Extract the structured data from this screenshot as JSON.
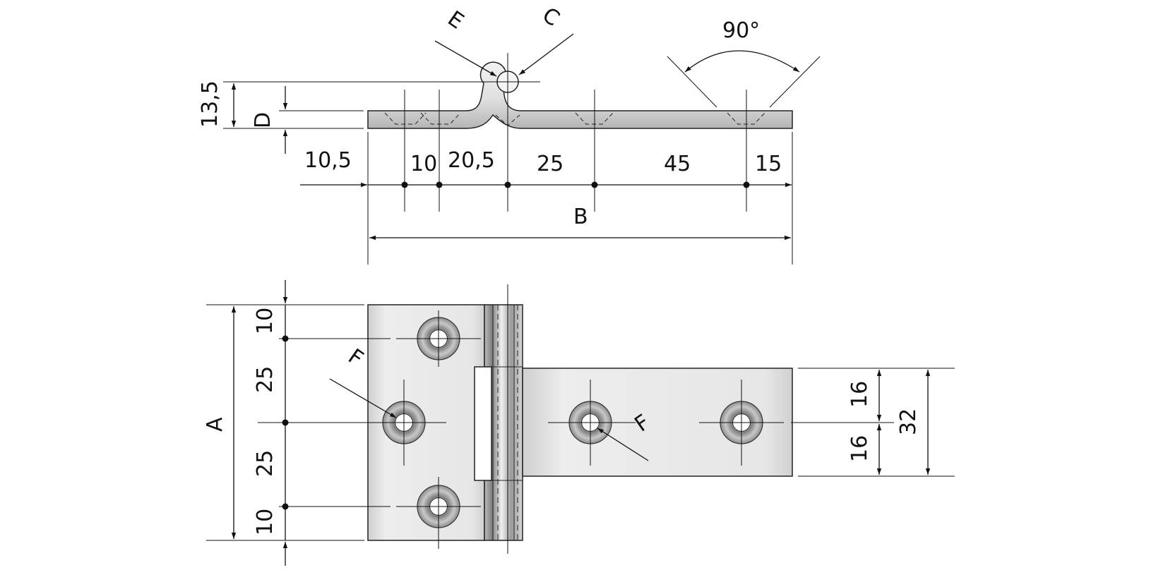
{
  "labels": {
    "top_view": {
      "d_10_5": "10,5",
      "d_10": "10",
      "d_20_5": "20,5",
      "d_25": "25",
      "d_45": "45",
      "d_15": "15",
      "d_B": "B",
      "d_13_5": "13,5",
      "d_D": "D",
      "d_E": "E",
      "d_C": "C",
      "d_angle": "90°"
    },
    "front_view": {
      "d_A": "A",
      "d_10_top": "10",
      "d_25_top": "25",
      "d_25_bottom": "25",
      "d_10_bottom": "10",
      "d_16_top": "16",
      "d_16_bottom": "16",
      "d_32": "32",
      "d_F_left": "F",
      "d_F_right": "F"
    }
  },
  "colors": {
    "line": "#111111",
    "plate_light": "#e9e9e9",
    "plate_dark": "#a9a9a9"
  }
}
